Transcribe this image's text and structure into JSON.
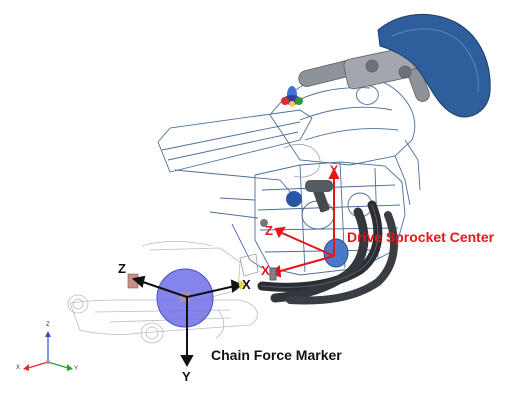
{
  "view": {
    "background": "#ffffff",
    "wireframe_color": "#3a5f8f",
    "solid_part_color": "#2f5f9e",
    "flywheel_color": "#6f6fe6"
  },
  "markers": {
    "drive_sprocket": {
      "title": "Drive Sprocket Center",
      "color": "#e8141b",
      "axis_labels": {
        "x": "X",
        "y": "Y",
        "z": "Z"
      }
    },
    "chain_force": {
      "title": "Chain Force Marker",
      "color": "#111111",
      "axis_labels": {
        "x": "X",
        "y": "Y",
        "z": "Z"
      }
    }
  },
  "triad": {
    "labels": {
      "x": "X",
      "y": "Y",
      "z": "Z"
    },
    "colors": {
      "x": "#d83030",
      "y": "#30a030",
      "z": "#3050d0"
    }
  }
}
